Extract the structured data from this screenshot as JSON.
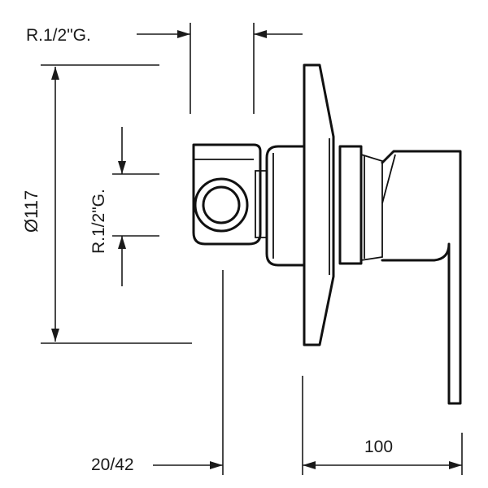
{
  "dimensions": {
    "top_thread": "R.1/2\"G.",
    "side_thread": "R.1/2\"G.",
    "diameter": "Ø117",
    "depth_range": "20/42",
    "width": "100"
  },
  "colors": {
    "line": "#111111",
    "background": "#ffffff"
  }
}
